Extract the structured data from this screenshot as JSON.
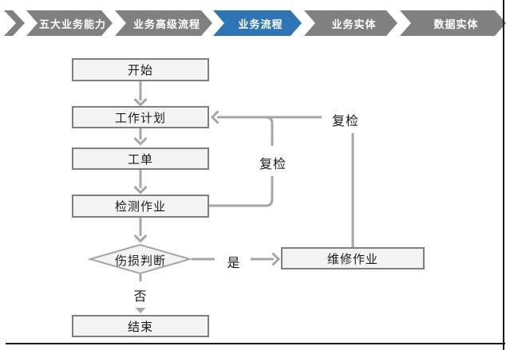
{
  "breadcrumb": {
    "items": [
      {
        "label": "五大业务能力",
        "active": false
      },
      {
        "label": "业务高级流程",
        "active": false
      },
      {
        "label": "业务流程",
        "active": true
      },
      {
        "label": "业务实体",
        "active": false
      },
      {
        "label": "数据实体",
        "active": false
      }
    ],
    "active_color": "#2E75B6",
    "inactive_color": "#808080"
  },
  "flowchart": {
    "nodes": {
      "start": "开始",
      "work_plan": "工作计划",
      "work_order": "工单",
      "inspection_job": "检测作业",
      "damage_decision": "伤损判断",
      "repair_job": "维修作业",
      "end": "结束"
    },
    "edge_labels": {
      "recheck_outer": "复检",
      "recheck_inner": "复检",
      "yes": "是",
      "no": "否"
    },
    "colors": {
      "node_fill": "#f3f3f3",
      "node_border": "#7f7f7f",
      "connector": "#a6a6a6",
      "text": "#1a1a1a"
    }
  }
}
